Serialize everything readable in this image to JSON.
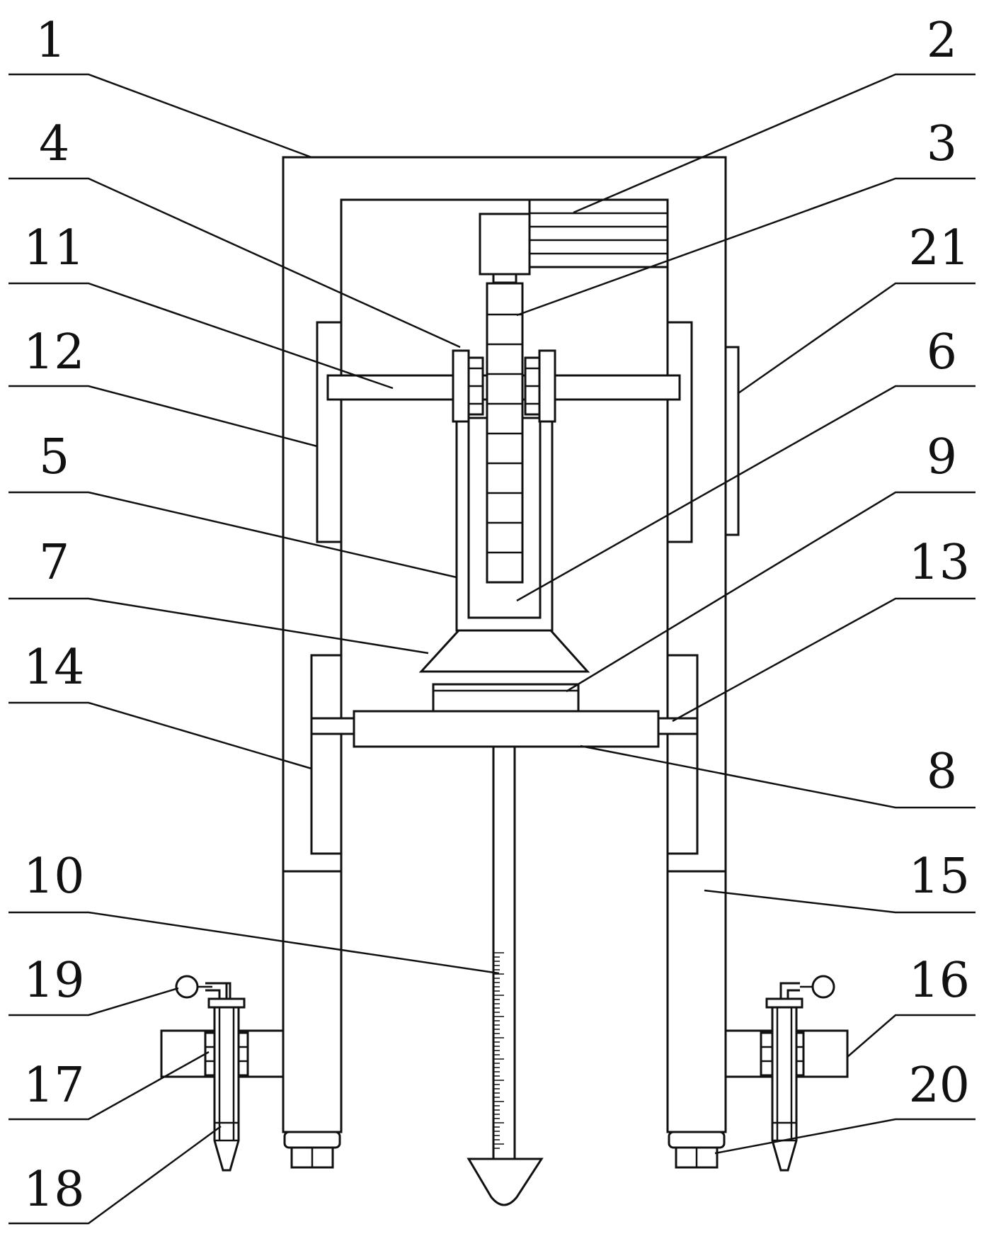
{
  "callouts": {
    "left": [
      "1",
      "4",
      "11",
      "12",
      "5",
      "7",
      "14",
      "10",
      "19",
      "17",
      "18"
    ],
    "right": [
      "2",
      "3",
      "21",
      "6",
      "9",
      "13",
      "8",
      "15",
      "16",
      "20"
    ]
  }
}
